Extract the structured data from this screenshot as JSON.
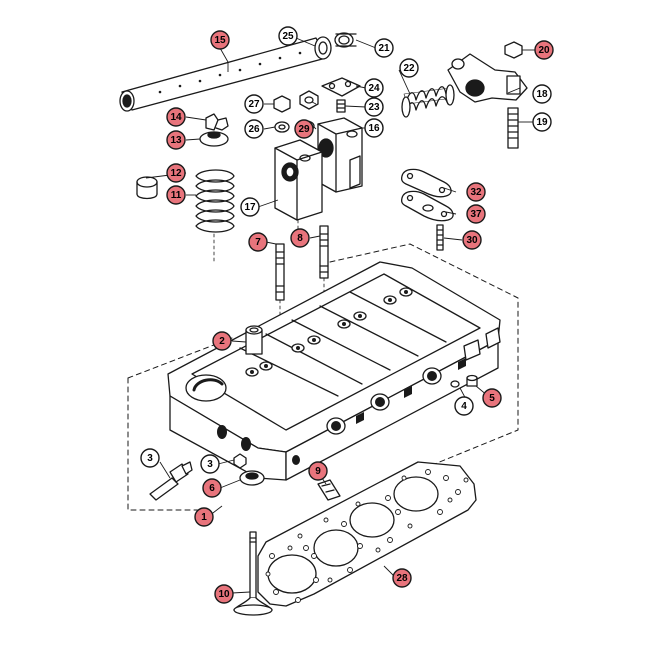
{
  "diagram": {
    "colors": {
      "red_callout": "#e8747c",
      "white_callout": "#ffffff",
      "line": "#1a1a1a",
      "part_fill": "#ffffff"
    },
    "parts": [
      {
        "id": "p1",
        "number": "1",
        "style": "red"
      },
      {
        "id": "p2",
        "number": "2",
        "style": "red"
      },
      {
        "id": "p3a",
        "number": "3",
        "style": "white"
      },
      {
        "id": "p3b",
        "number": "3",
        "style": "white"
      },
      {
        "id": "p4",
        "number": "4",
        "style": "white"
      },
      {
        "id": "p5",
        "number": "5",
        "style": "red"
      },
      {
        "id": "p6",
        "number": "6",
        "style": "red"
      },
      {
        "id": "p7",
        "number": "7",
        "style": "red"
      },
      {
        "id": "p8",
        "number": "8",
        "style": "red"
      },
      {
        "id": "p9",
        "number": "9",
        "style": "red"
      },
      {
        "id": "p10",
        "number": "10",
        "style": "red"
      },
      {
        "id": "p11",
        "number": "11",
        "style": "red"
      },
      {
        "id": "p12",
        "number": "12",
        "style": "red"
      },
      {
        "id": "p13",
        "number": "13",
        "style": "red"
      },
      {
        "id": "p14",
        "number": "14",
        "style": "red"
      },
      {
        "id": "p15",
        "number": "15",
        "style": "red"
      },
      {
        "id": "p16",
        "number": "16",
        "style": "white"
      },
      {
        "id": "p17",
        "number": "17",
        "style": "white"
      },
      {
        "id": "p18",
        "number": "18",
        "style": "white"
      },
      {
        "id": "p19",
        "number": "19",
        "style": "white"
      },
      {
        "id": "p20",
        "number": "20",
        "style": "red"
      },
      {
        "id": "p21",
        "number": "21",
        "style": "white"
      },
      {
        "id": "p22",
        "number": "22",
        "style": "white"
      },
      {
        "id": "p23",
        "number": "23",
        "style": "white"
      },
      {
        "id": "p24",
        "number": "24",
        "style": "white"
      },
      {
        "id": "p25",
        "number": "25",
        "style": "white"
      },
      {
        "id": "p26",
        "number": "26",
        "style": "white"
      },
      {
        "id": "p27",
        "number": "27",
        "style": "white"
      },
      {
        "id": "p28",
        "number": "28",
        "style": "red"
      },
      {
        "id": "p29",
        "number": "29",
        "style": "red"
      },
      {
        "id": "p30",
        "number": "30",
        "style": "red"
      },
      {
        "id": "p32",
        "number": "32",
        "style": "red"
      },
      {
        "id": "p37",
        "number": "37",
        "style": "red"
      }
    ]
  }
}
